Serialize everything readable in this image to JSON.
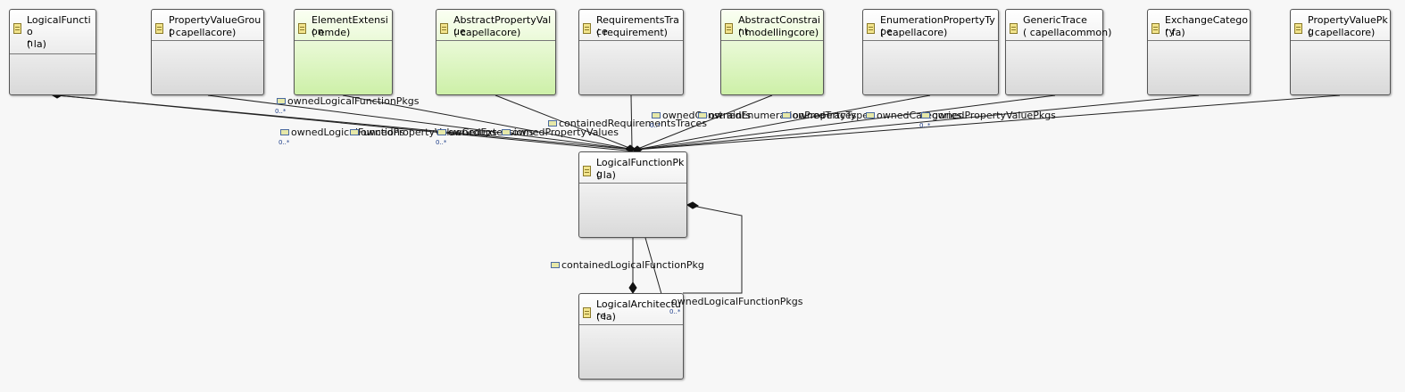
{
  "classes": {
    "logical_function": {
      "name": "LogicalFunctio\nn",
      "package": "( la)",
      "color": "#d9d9d9"
    },
    "property_value_group": {
      "name": "PropertyValueGroup",
      "package": "( capellacore)",
      "color": "#d9d9d9"
    },
    "element_extension": {
      "name": "ElementExtension",
      "package": "( emde)",
      "color": "#cdf0a8"
    },
    "abstract_property_value": {
      "name": "AbstractPropertyValue",
      "package": "( capellacore)",
      "color": "#cdf0a8"
    },
    "requirements_trace": {
      "name": "RequirementsTrace",
      "package": "( requirement)",
      "color": "#d9d9d9"
    },
    "abstract_constraint": {
      "name": "AbstractConstraint",
      "package": "( modellingcore)",
      "color": "#cdf0a8"
    },
    "enumeration_property_type": {
      "name": "EnumerationPropertyType",
      "package": "( capellacore)",
      "color": "#d9d9d9"
    },
    "generic_trace": {
      "name": "GenericTrace",
      "package": "( capellacommon)",
      "color": "#d9d9d9"
    },
    "exchange_category": {
      "name": "ExchangeCategory",
      "package": "( fa)",
      "color": "#d9d9d9"
    },
    "property_value_pkg": {
      "name": "PropertyValuePkg",
      "package": "( capellacore)",
      "color": "#d9d9d9"
    },
    "logical_function_pkg": {
      "name": "LogicalFunctionPkg",
      "package": "( la)",
      "color": "#d9d9d9"
    },
    "logical_architecture": {
      "name": "LogicalArchitecture",
      "package": "( la)",
      "color": "#d9d9d9"
    }
  },
  "edge_labels": {
    "owned_logical_function_pkgs_top": "ownedLogicalFunctionPkgs",
    "owned_logical_functions": "ownedLogicalFunctions",
    "owned_property_value_groups": "ownedPropertyValueGroups",
    "owned_extensions": "ownedExtensions",
    "owned_property_values": "ownedPropertyValues",
    "contained_requirements_traces": "containedRequirementsTraces",
    "owned_constraints": "ownedConstraints",
    "owned_enumeration_property_types": "ownedEnumerationPropertyTypes",
    "owned_traces": "ownedTraces",
    "owned_categories": "ownedCategories",
    "owned_property_value_pkgs": "ownedPropertyValuePkgs",
    "contained_logical_function_pkg": "containedLogicalFunctionPkg",
    "owned_logical_function_pkgs_self": "ownedLogicalFunctionPkgs"
  },
  "multiplicity": "0..*"
}
